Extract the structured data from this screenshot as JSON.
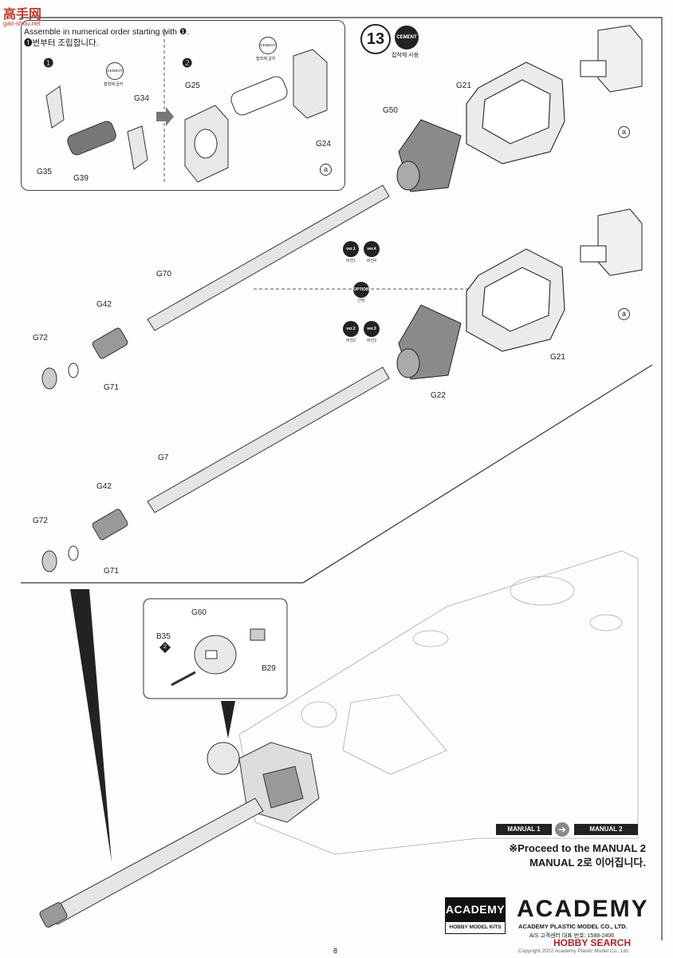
{
  "watermark_top": {
    "brand": "高手网",
    "url": "gao-shou.net"
  },
  "subassembly": {
    "instruction_en": "Assemble in numerical order starting with ❶.",
    "instruction_ko": "❶번부터 조립합니다.",
    "step1": "❶",
    "step2": "❷",
    "no_cement_caption": "접착제 금지",
    "no_cement_badge": "CEMENT",
    "parts": [
      "G34",
      "G35",
      "G39",
      "G25",
      "G24"
    ],
    "ref": "a"
  },
  "step": {
    "number": "13",
    "cement_badge": "CEMENT",
    "cement_caption": "접착제 사용"
  },
  "parts_upper": [
    "G50",
    "G21",
    "G70",
    "G42",
    "G72",
    "G71"
  ],
  "parts_lower": [
    "G22",
    "G21",
    "G7",
    "G42",
    "G72",
    "G71"
  ],
  "ref_a": "a",
  "versions": {
    "upper": [
      {
        "tag": "ver.1",
        "caption": "버전1"
      },
      {
        "tag": "ver.4",
        "caption": "버전4"
      }
    ],
    "option": {
      "tag": "OPTION",
      "caption": "선택"
    },
    "lower": [
      {
        "tag": "ver.2",
        "caption": "버전2"
      },
      {
        "tag": "ver.3",
        "caption": "버전3"
      }
    ]
  },
  "detail_parts": [
    "G60",
    "B35",
    "B29"
  ],
  "b35_num": "2",
  "flow": {
    "from": "MANUAL 1",
    "to": "MANUAL 2",
    "arrow": "➔"
  },
  "proceed_en": "※Proceed to the MANUAL 2",
  "proceed_ko": "MANUAL 2로 이어집니다.",
  "brand": {
    "box_top": "ACADEMY",
    "box_bottom": "HOBBY MODEL KITS",
    "logo": "ACADEMY",
    "company": "ACADEMY PLASTIC MODEL CO., LTD.",
    "service": "A/S 고객센터 대표 번호: 1588-2406"
  },
  "watermark_bottom": {
    "brand": "HOBBY SEARCH",
    "copyright": "Copyright 2022 Academy Plastic Model Co., Ltd."
  },
  "page_number": "8"
}
